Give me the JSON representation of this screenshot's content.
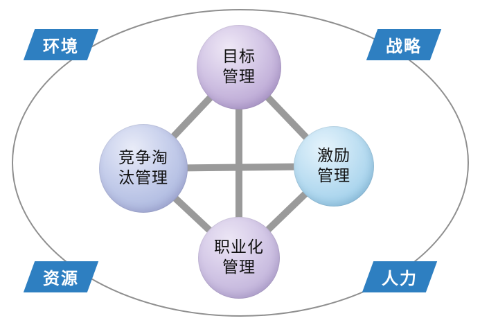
{
  "diagram": {
    "corner_labels": {
      "top_left": "环境",
      "top_right": "战略",
      "bottom_left": "资源",
      "bottom_right": "人力"
    },
    "nodes": {
      "top": "目标\n管理",
      "left": "竞争淘\n汰管理",
      "right": "激励\n管理",
      "bottom": "职业化\n管理"
    },
    "colors": {
      "corner_label_bg": "#2e7fc1",
      "corner_label_text": "#ffffff",
      "connector": "#9a9a9a",
      "ellipse_stroke": "#8f8f8f",
      "node_top": "#a991c7",
      "node_left": "#9dabd8",
      "node_right": "#8fc7e7",
      "node_bottom": "#b2a2d0",
      "node_text": "#111111"
    }
  }
}
